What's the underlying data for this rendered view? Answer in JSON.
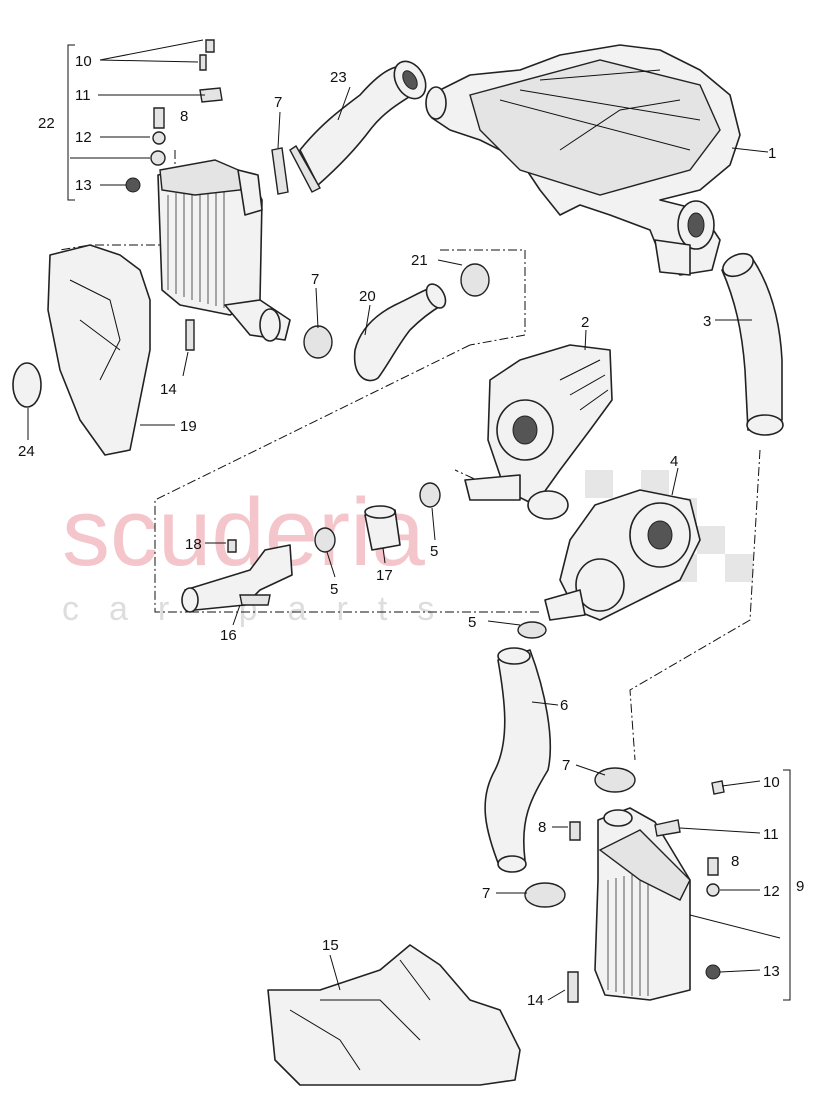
{
  "watermark": {
    "brand": "scuderia",
    "sub": "car parts"
  },
  "callouts": {
    "c1": "1",
    "c2": "2",
    "c3": "3",
    "c4": "4",
    "c5a": "5",
    "c5b": "5",
    "c5c": "5",
    "c6": "6",
    "c7a": "7",
    "c7b": "7",
    "c7c": "7",
    "c7d": "7",
    "c8a": "8",
    "c8b": "8",
    "c8c": "8",
    "c9": "9",
    "c10a": "10",
    "c10b": "10",
    "c11a": "11",
    "c11b": "11",
    "c12a": "12",
    "c12b": "12",
    "c13a": "13",
    "c13b": "13",
    "c14a": "14",
    "c14b": "14",
    "c15": "15",
    "c16": "16",
    "c17": "17",
    "c18": "18",
    "c19": "19",
    "c20": "20",
    "c21": "21",
    "c22": "22",
    "c23": "23",
    "c24": "24"
  },
  "colors": {
    "watermark": "#f4c6cc",
    "line": "#111111",
    "part_fill": "#f2f2f2"
  }
}
